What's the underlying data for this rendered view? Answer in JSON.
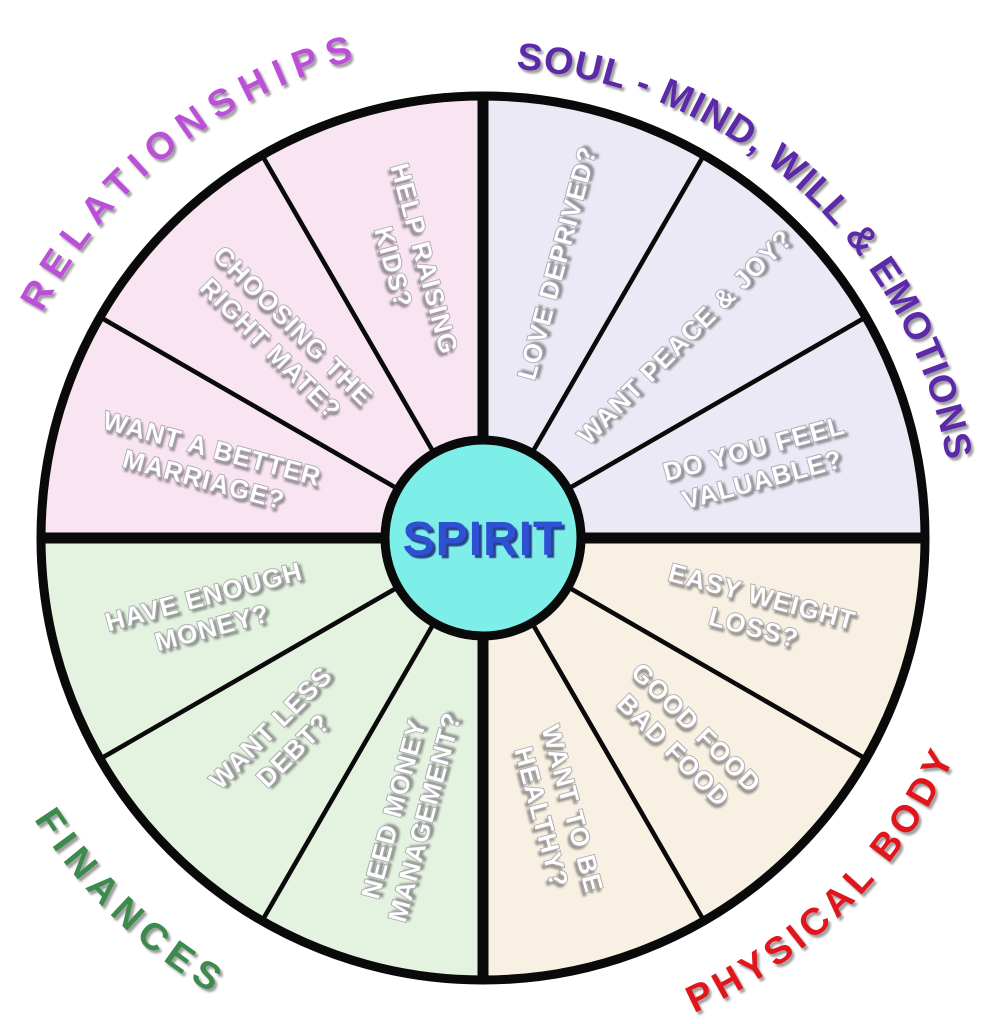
{
  "wheel": {
    "center_label": "SPIRIT",
    "center_fill": "#7deee8",
    "center_text_color": "#2f51d4",
    "line_color": "#0a0a0a",
    "segment_text_color": "#ffffff"
  },
  "quadrants": [
    {
      "id": "relationships",
      "label": "RELATIONSHIPS",
      "label_color": "#bb4fd8",
      "fill": "#f9e4f2",
      "segments": [
        {
          "lines": [
            "WANT A BETTER",
            "MARRIAGE?"
          ]
        },
        {
          "lines": [
            "CHOOSING THE",
            "RIGHT MATE?"
          ]
        },
        {
          "lines": [
            "HELP RAISING",
            "KIDS?"
          ]
        }
      ]
    },
    {
      "id": "soul",
      "label": "SOUL - MIND, WILL & EMOTIONS",
      "label_color": "#5c2ca8",
      "fill": "#eae9f5",
      "segments": [
        {
          "lines": [
            "LOVE DEPRIVED?"
          ]
        },
        {
          "lines": [
            "WANT PEACE & JOY?"
          ]
        },
        {
          "lines": [
            "DO YOU FEEL",
            "VALUABLE?"
          ]
        }
      ]
    },
    {
      "id": "physical-body",
      "label": "PHYSICAL BODY",
      "label_color": "#e0131f",
      "fill": "#f8f1e3",
      "segments": [
        {
          "lines": [
            "EASY WEIGHT",
            "LOSS?"
          ]
        },
        {
          "lines": [
            "GOOD FOOD",
            "BAD FOOD"
          ]
        },
        {
          "lines": [
            "WANT TO BE",
            "HEALTHY?"
          ]
        }
      ]
    },
    {
      "id": "finances",
      "label": "FINANCES",
      "label_color": "#3c8a4d",
      "fill": "#e4f2e0",
      "segments": [
        {
          "lines": [
            "NEED MONEY",
            "MANAGEMENT?"
          ]
        },
        {
          "lines": [
            "WANT LESS",
            "DEBT?"
          ]
        },
        {
          "lines": [
            "HAVE ENOUGH",
            "MONEY?"
          ]
        }
      ]
    }
  ]
}
